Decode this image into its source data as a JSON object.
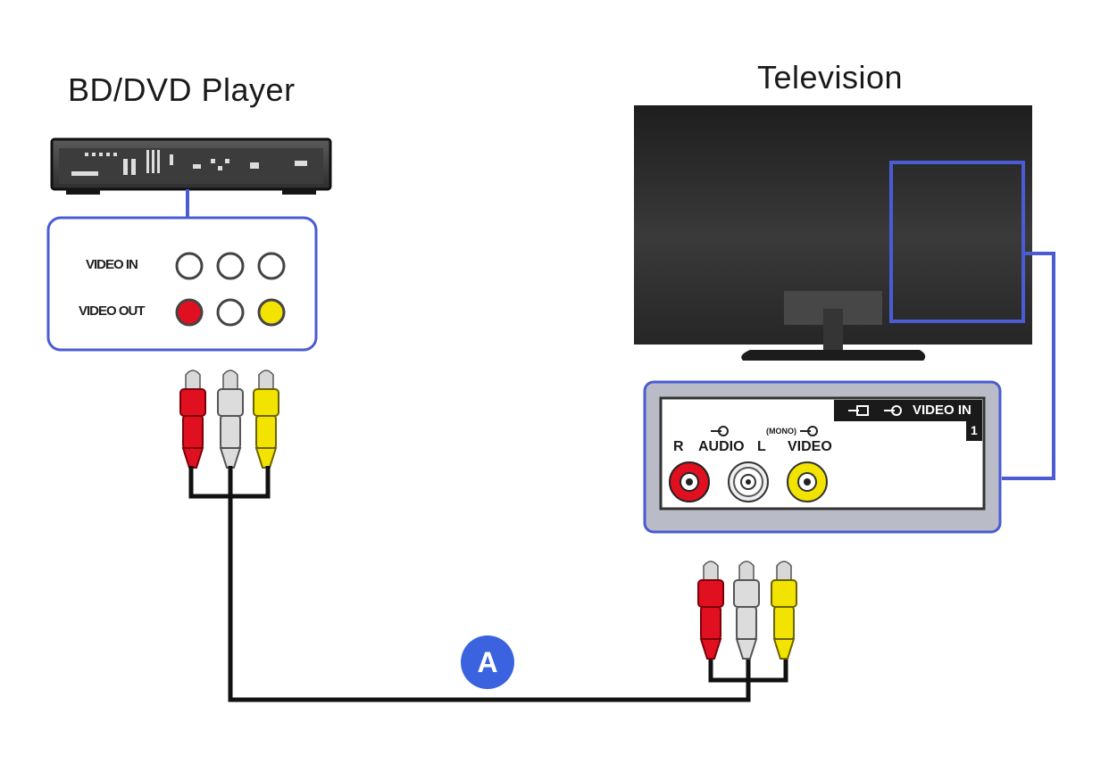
{
  "player": {
    "title": "BD/DVD Player",
    "video_in_label": "VIDEO IN",
    "video_out_label": "VIDEO OUT"
  },
  "television": {
    "title": "Television",
    "panel_header_label": "VIDEO IN",
    "panel_input_number": "1",
    "audio_label": "AUDIO",
    "mono_label": "(MONO)",
    "r_label": "R",
    "l_label": "L",
    "video_label": "VIDEO"
  },
  "cable": {
    "badge_label": "A"
  },
  "colors": {
    "red": "#e01020",
    "white": "#e8e8e8",
    "yellow": "#f2e400",
    "accent_blue": "#3b63e0",
    "frame_blue": "#4a5bd4",
    "tv_body": "#2a2a2a"
  }
}
